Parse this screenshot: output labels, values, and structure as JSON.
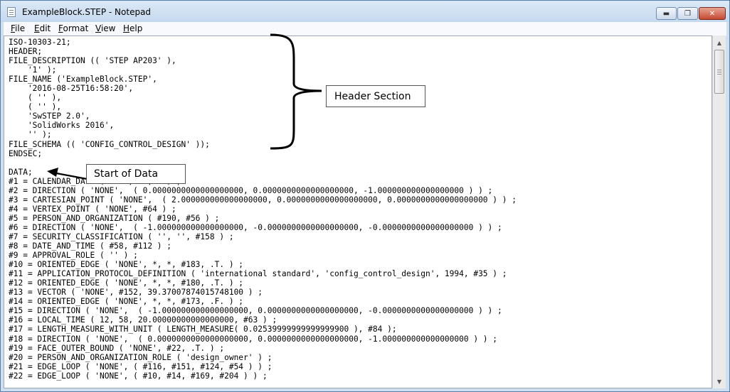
{
  "window": {
    "title": "ExampleBlock.STEP - Notepad",
    "controls": {
      "minimize": "▬",
      "maximize": "❐",
      "close": "✕"
    }
  },
  "menubar": {
    "items": [
      {
        "label": "File"
      },
      {
        "label": "Edit"
      },
      {
        "label": "Format"
      },
      {
        "label": "View"
      },
      {
        "label": "Help"
      }
    ]
  },
  "editor": {
    "content": "ISO-10303-21;\nHEADER;\nFILE_DESCRIPTION (( 'STEP AP203' ),\n    '1' );\nFILE_NAME ('ExampleBlock.STEP',\n    '2016-08-25T16:58:20',\n    ( '' ),\n    ( '' ),\n    'SwSTEP 2.0',\n    'SolidWorks 2016',\n    '' );\nFILE_SCHEMA (( 'CONFIG_CONTROL_DESIGN' ));\nENDSEC;\n\nDATA;\n#1 = CALENDAR_DATE ( 2016, 25, 8 ) ;\n#2 = DIRECTION ( 'NONE',  ( 0.0000000000000000000, 0.0000000000000000000, -1.000000000000000000 ) ) ;\n#3 = CARTESIAN_POINT ( 'NONE',  ( 2.000000000000000000, 0.0000000000000000000, 0.0000000000000000000 ) ) ;\n#4 = VERTEX_POINT ( 'NONE', #64 ) ;\n#5 = PERSON_AND_ORGANIZATION ( #190, #56 ) ;\n#6 = DIRECTION ( 'NONE',  ( -1.000000000000000000, -0.0000000000000000000, -0.0000000000000000000 ) ) ;\n#7 = SECURITY_CLASSIFICATION ( '', '', #158 ) ;\n#8 = DATE_AND_TIME ( #58, #112 ) ;\n#9 = APPROVAL_ROLE ( '' ) ;\n#10 = ORIENTED_EDGE ( 'NONE', *, *, #183, .T. ) ;\n#11 = APPLICATION_PROTOCOL_DEFINITION ( 'international standard', 'config_control_design', 1994, #35 ) ;\n#12 = ORIENTED_EDGE ( 'NONE', *, *, #180, .T. ) ;\n#13 = VECTOR ( 'NONE', #152, 39.37007874015748100 ) ;\n#14 = ORIENTED_EDGE ( 'NONE', *, *, #173, .F. ) ;\n#15 = DIRECTION ( 'NONE',  ( -1.000000000000000000, 0.0000000000000000000, -0.0000000000000000000 ) ) ;\n#16 = LOCAL_TIME ( 12, 58, 20.00000000000000000, #63 ) ;\n#17 = LENGTH_MEASURE_WITH_UNIT ( LENGTH_MEASURE( 0.02539999999999999900 ), #84 );\n#18 = DIRECTION ( 'NONE',  ( 0.0000000000000000000, 0.0000000000000000000, -1.000000000000000000 ) ) ;\n#19 = FACE_OUTER_BOUND ( 'NONE', #22, .T. ) ;\n#20 = PERSON_AND_ORGANIZATION_ROLE ( 'design_owner' ) ;\n#21 = EDGE_LOOP ( 'NONE', ( #116, #151, #124, #54 ) ) ;\n#22 = EDGE_LOOP ( 'NONE', ( #10, #14, #169, #204 ) ) ;"
  },
  "annotations": {
    "header_label": "Header Section",
    "data_label": "Start of Data"
  },
  "scrollbar": {
    "up": "▲",
    "down": "▼"
  }
}
